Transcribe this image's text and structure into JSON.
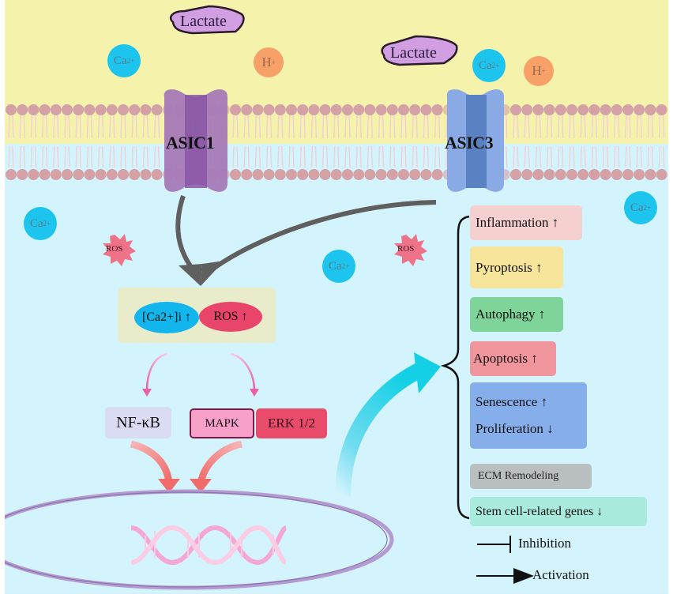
{
  "diagram": {
    "type": "signaling-pathway",
    "regions": {
      "extracellular_color": "#f4f2ab",
      "intracellular_color": "#d3f3fd",
      "membrane_head_color": "#d4a2a6"
    },
    "extracellular": {
      "lactate_1": "Lactate",
      "lactate_2": "Lactate",
      "ca_1": {
        "base": "Ca",
        "charge": "2+"
      },
      "ca_2": {
        "base": "Ca",
        "charge": "2+"
      },
      "h_1": {
        "base": "H",
        "charge": "+"
      },
      "h_2": {
        "base": "H",
        "charge": "+"
      }
    },
    "channels": [
      {
        "label": "ASIC1",
        "color": "#9b6bb0"
      },
      {
        "label": "ASIC3",
        "color": "#7b9fde"
      }
    ],
    "intracellular_ions": {
      "ca_left": {
        "base": "Ca",
        "charge": "2+"
      },
      "ca_mid": {
        "base": "Ca",
        "charge": "2+"
      },
      "ca_right": {
        "base": "Ca",
        "charge": "2+"
      },
      "ros_left": "ROS",
      "ros_mid": "ROS"
    },
    "second_messengers": {
      "calcium": "[Ca2+]i ↑",
      "ros": "ROS ↑"
    },
    "pathways": {
      "nfkb": "NF-κB",
      "mapk": "MAPK",
      "erk": "ERK 1/2"
    },
    "effects": [
      {
        "label": "Inflammation ↑",
        "color": "#f6cfcf"
      },
      {
        "label": "Pyroptosis ↑",
        "color": "#f6e59a"
      },
      {
        "label": "Autophagy ↑",
        "color": "#7fd49a"
      },
      {
        "label": "Apoptosis ↑",
        "color": "#ef959b"
      },
      {
        "label": "Senescence ↑",
        "color": "#86aeea"
      },
      {
        "label": "Proliferation ↓",
        "color": "#86aeea"
      },
      {
        "label": "ECM Remodeling",
        "color": "#b9bfbf"
      },
      {
        "label": "Stem cell-related genes ↓",
        "color": "#a9ecde"
      }
    ],
    "legend": {
      "inhibition": "Inhibition",
      "activation": "Activation"
    }
  }
}
